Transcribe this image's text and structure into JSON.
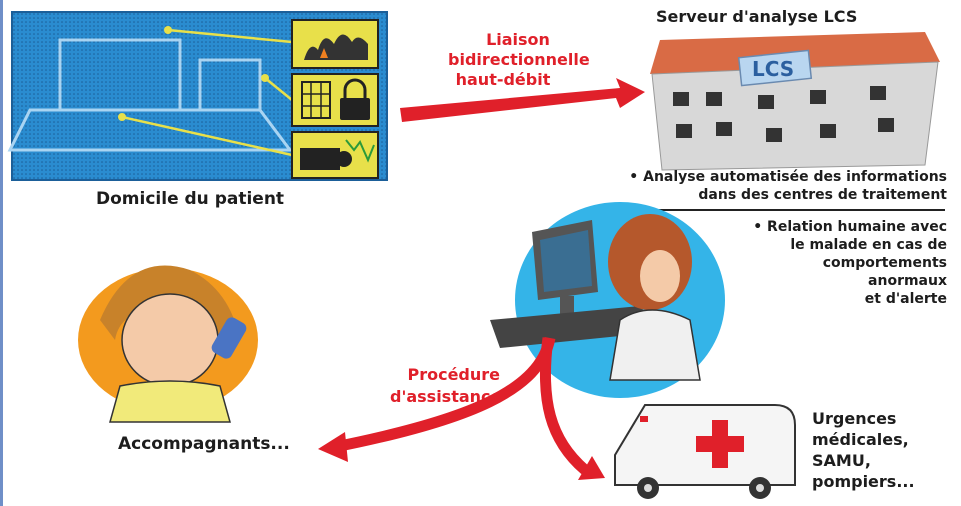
{
  "labels": {
    "patient_home": "Domicile du patient",
    "link": [
      "Liaison",
      "bidirectionnelle",
      "haut-débit"
    ],
    "server_title": "Serveur d'analyse LCS",
    "server_sign": "LCS",
    "bullet_analysis": [
      "• Analyse automatisée des informations",
      "dans des centres de traitement"
    ],
    "bullet_relation": [
      "• Relation humaine avec",
      "le malade en cas de",
      "comportements",
      "anormaux",
      "et d'alerte"
    ],
    "procedure": [
      "Procédure",
      "d'assistance"
    ],
    "companions": "Accompagnants...",
    "emergency": [
      "Urgences",
      "médicales,",
      "SAMU,",
      "pompiers..."
    ]
  },
  "colors": {
    "accent_red": "#e0202a",
    "panel_blue": "#2a8cd0",
    "sensor_yellow": "#e8e04a"
  },
  "icons": [
    "fire-sensor-icon",
    "lock-icon",
    "camera-icon",
    "server-building",
    "operator-illustration",
    "phone-user-illustration",
    "ambulance-illustration"
  ]
}
